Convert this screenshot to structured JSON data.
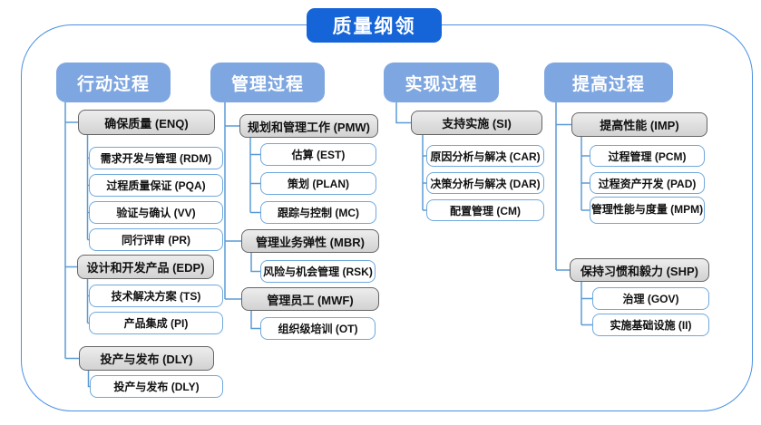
{
  "title": "质量纲领",
  "colors": {
    "title_blue": "#1665d8",
    "header_blue": "#7ea6e0",
    "line_blue": "#5b9bd5",
    "frame_blue": "#4a90e2",
    "group_gray": "#d9d9d9",
    "group_border": "#666666",
    "item_border": "#6fa8dc"
  },
  "columns": [
    {
      "header": "行动过程",
      "groups": [
        {
          "label": "确保质量 (ENQ)",
          "items": [
            "需求开发与管理 (RDM)",
            "过程质量保证 (PQA)",
            "验证与确认 (VV)",
            "同行评审 (PR)"
          ]
        },
        {
          "label": "设计和开发产品 (EDP)",
          "items": [
            "技术解决方案 (TS)",
            "产品集成 (PI)"
          ]
        },
        {
          "label": "投产与发布 (DLY)",
          "items": [
            "投产与发布 (DLY)"
          ]
        }
      ]
    },
    {
      "header": "管理过程",
      "groups": [
        {
          "label": "规划和管理工作 (PMW)",
          "items": [
            "估算 (EST)",
            "策划 (PLAN)",
            "跟踪与控制 (MC)"
          ]
        },
        {
          "label": "管理业务弹性 (MBR)",
          "items": [
            "风险与机会管理 (RSK)"
          ]
        },
        {
          "label": "管理员工 (MWF)",
          "items": [
            "组织级培训 (OT)"
          ]
        }
      ]
    },
    {
      "header": "实现过程",
      "groups": [
        {
          "label": "支持实施 (SI)",
          "items": [
            "原因分析与解决 (CAR)",
            "决策分析与解决 (DAR)",
            "配置管理 (CM)"
          ]
        }
      ]
    },
    {
      "header": "提高过程",
      "groups": [
        {
          "label": "提高性能 (IMP)",
          "items": [
            "过程管理 (PCM)",
            "过程资产开发 (PAD)",
            "管理性能与度量 (MPM)"
          ]
        },
        {
          "label": "保持习惯和毅力 (SHP)",
          "items": [
            "治理 (GOV)",
            "实施基础设施 (II)"
          ]
        }
      ]
    }
  ]
}
